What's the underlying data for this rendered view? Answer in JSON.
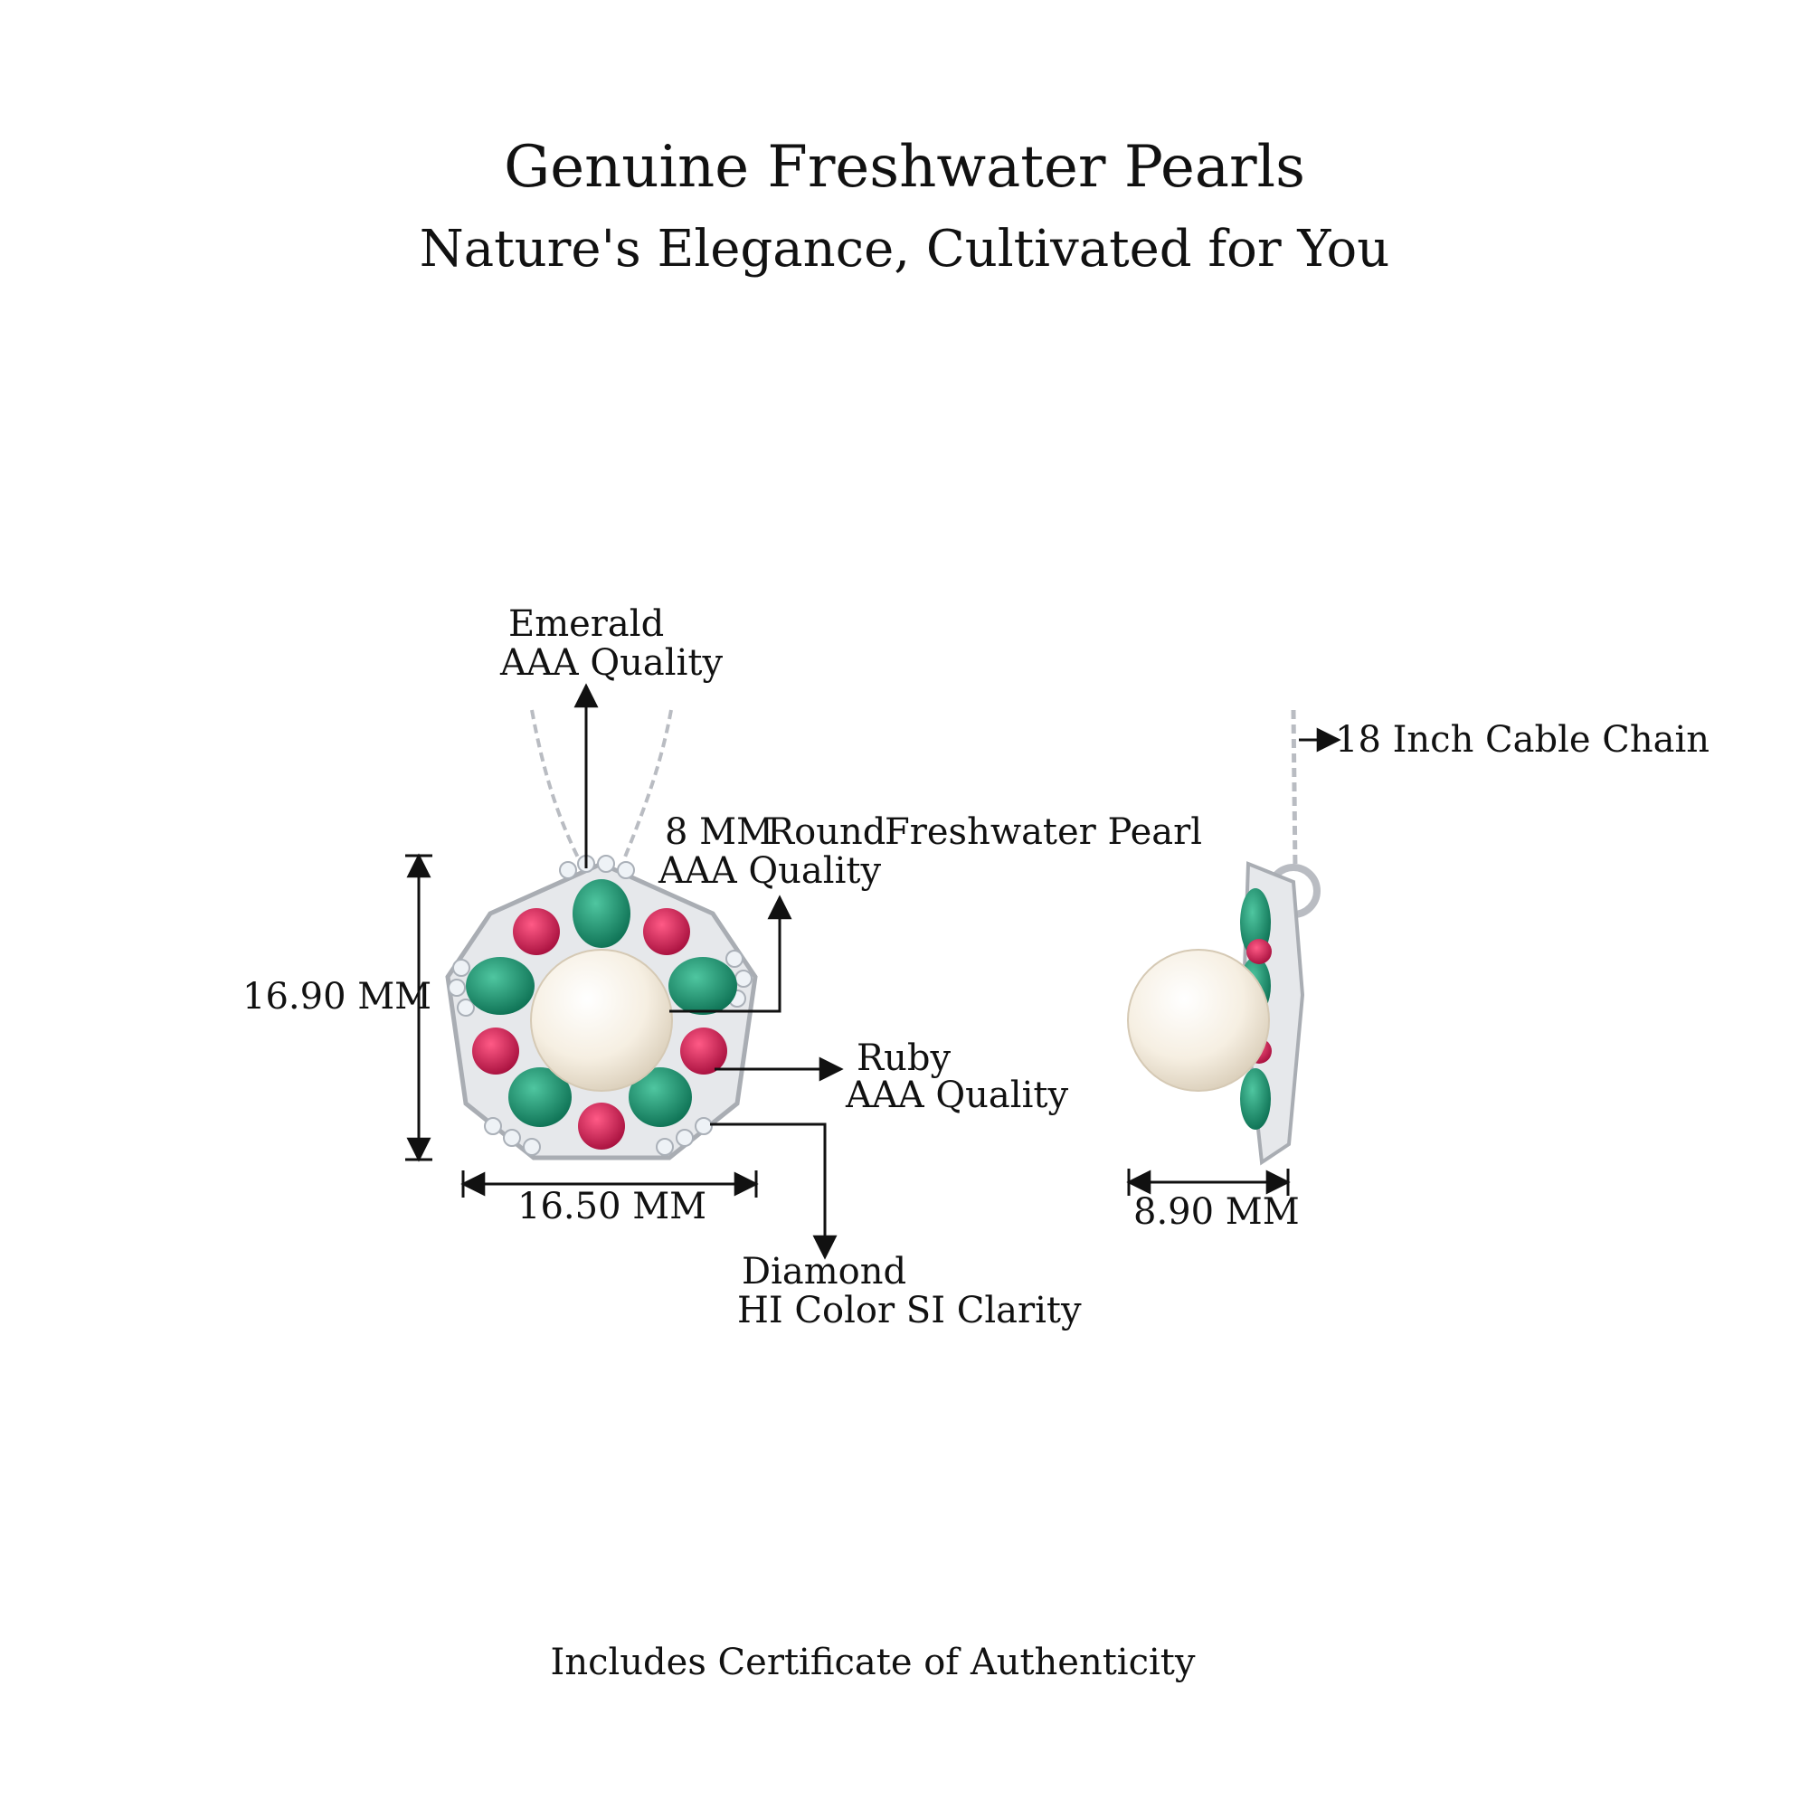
{
  "header": {
    "title": "Genuine Freshwater Pearls",
    "subtitle": "Nature's Elegance, Cultivated for You"
  },
  "callouts": {
    "emerald": {
      "name": "Emerald",
      "quality": "AAA Quality"
    },
    "pearl": {
      "size": "8 MM",
      "shape": "Round",
      "name": "Freshwater Pearl",
      "quality": "AAA Quality"
    },
    "ruby": {
      "name": "Ruby",
      "quality": "AAA Quality"
    },
    "diamond": {
      "name": "Diamond",
      "quality": "HI Color SI Clarity"
    },
    "chain": "18 Inch Cable Chain"
  },
  "dimensions": {
    "height": "16.90 MM",
    "width": "16.50 MM",
    "depth": "8.90 MM"
  },
  "footer": "Includes Certificate of Authenticity",
  "colors": {
    "emerald": "#17926e",
    "ruby": "#d4154f",
    "pearl": "#f6efe2",
    "metal": "#c9ccd1",
    "diamond": "#eef2f6"
  }
}
